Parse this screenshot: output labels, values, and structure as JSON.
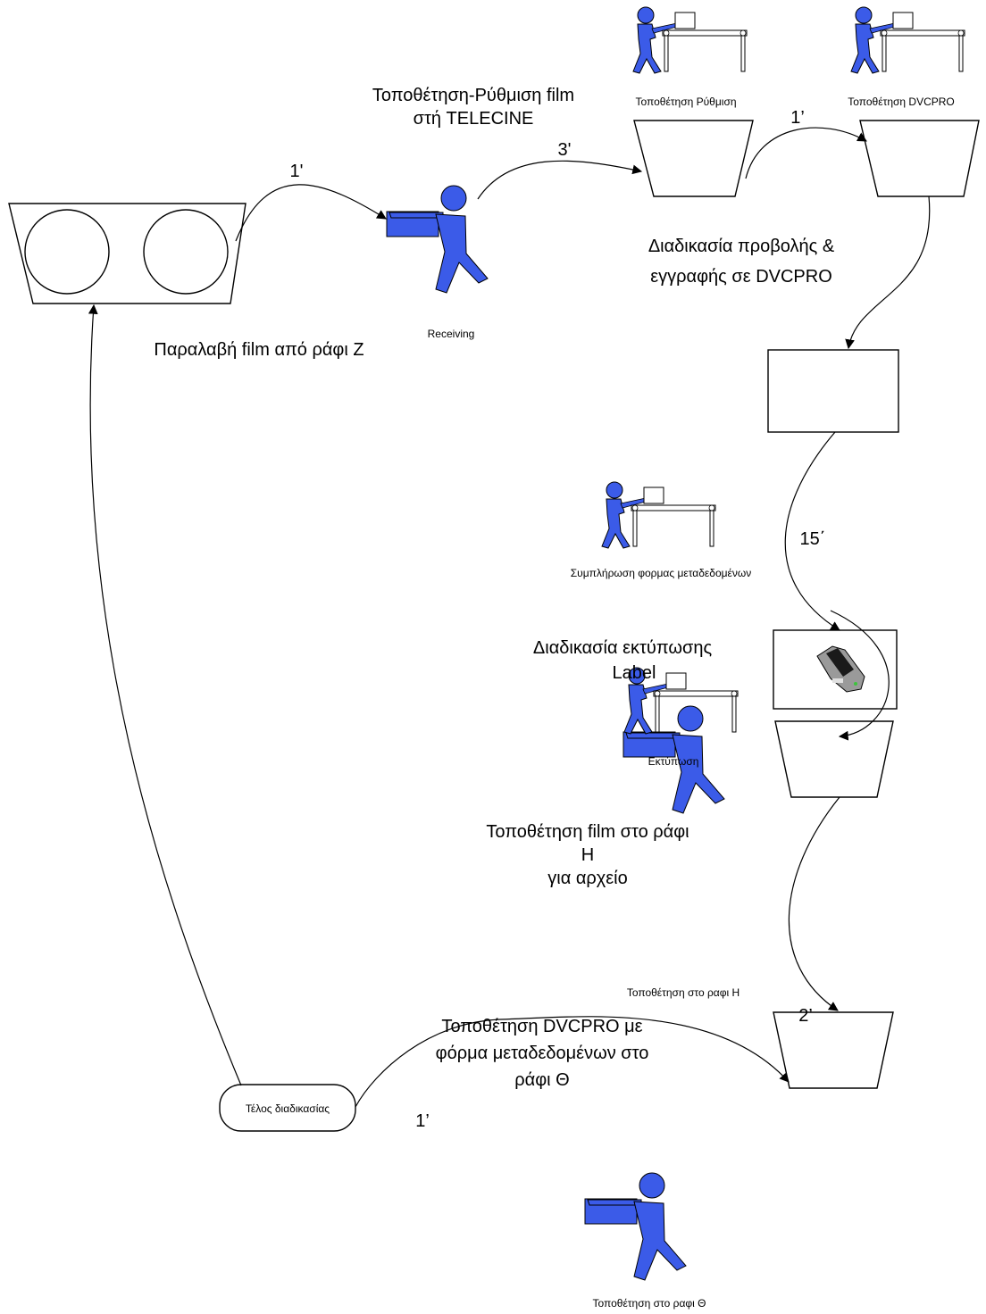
{
  "colors": {
    "figure": "#3b5be8",
    "line": "#000000",
    "background": "#ffffff"
  },
  "labels": {
    "receive_title": "Παραλαβή film από ράφι Ζ",
    "receiving_caption": "Receiving",
    "telecine_line1": "Τοποθέτηση-Ρύθμιση film",
    "telecine_line2": "στή TELECINE",
    "setup_caption": "Τοποθέτηση Ρύθμιση",
    "dvcpro_caption": "Τοποθέτηση DVCPRO",
    "projection_line1": "Διαδικασία προβολής &",
    "projection_line2": "εγγραφής σε DVCPRO",
    "metadata_caption": "Συμπλήρωση φορμας μεταδεδομένων",
    "print_line1": "Διαδικασία εκτύπωσης",
    "print_line2": "Label",
    "print_caption": "Εκτύπωση",
    "shelf_h_line1": "Τοποθέτηση film στο ράφι",
    "shelf_h_line2": "Η",
    "shelf_h_line3": "για αρχείο",
    "shelf_h_caption": "Τοποθέτηση στο ραφι Η",
    "shelf_theta_line1": "Τοποθέτηση DVCPRO με",
    "shelf_theta_line2": "φόρμα μεταδεδομένων στο",
    "shelf_theta_line3": "ράφι Θ",
    "shelf_theta_caption": "Τοποθέτηση στο ραφι Θ",
    "end_label": "Τέλος διαδικασίας"
  },
  "times": {
    "t_receive": "1'",
    "t_telecine": "3'",
    "t_dvcpro": "1’",
    "t_metadata": "15΄",
    "t_shelf_h": "2’",
    "t_shelf_theta": "1’"
  }
}
